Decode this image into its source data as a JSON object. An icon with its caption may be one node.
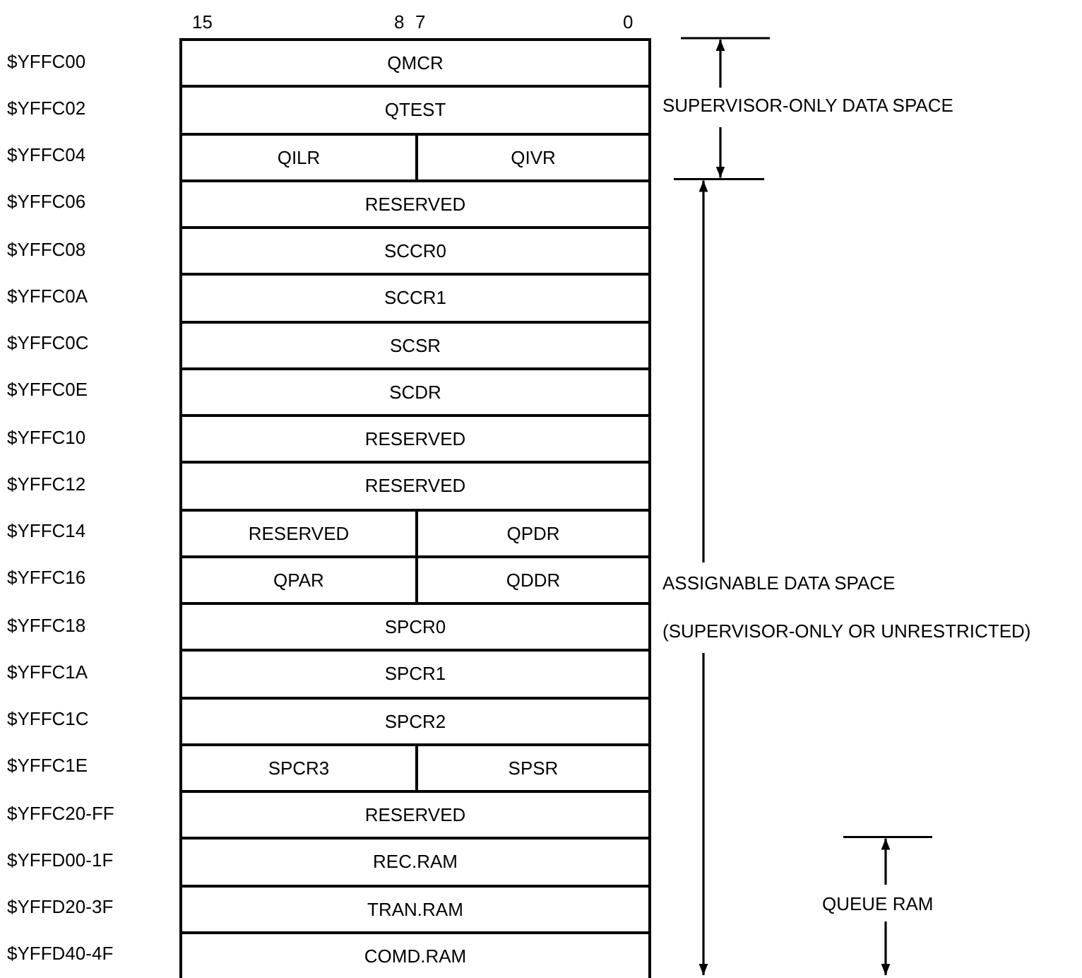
{
  "diagram": {
    "nodes": [
      {
        "text": [
          "QMCR"
        ]
      },
      {
        "text": [
          "QTEST"
        ]
      },
      {
        "text": [
          "QILR"
        ]
      },
      {
        "text": [
          "QIVR"
        ]
      },
      {
        "text": [
          "RESERVED"
        ]
      },
      {
        "text": [
          "SCCR0"
        ]
      },
      {
        "text": [
          "SCCR1"
        ]
      },
      {
        "text": [
          "SCSR"
        ]
      },
      {
        "text": [
          "SCDR"
        ]
      },
      {
        "text": [
          "RESERVED"
        ]
      },
      {
        "text": [
          "RESERVED"
        ]
      },
      {
        "text": [
          "RESERVED"
        ]
      },
      {
        "text": [
          "QPDR"
        ]
      },
      {
        "text": [
          "QPAR"
        ]
      },
      {
        "text": [
          "QDDR"
        ]
      },
      {
        "text": [
          "SPCR0"
        ]
      },
      {
        "text": [
          "SPCR1"
        ]
      },
      {
        "text": [
          "SPCR2"
        ]
      },
      {
        "text": [
          "SPCR3"
        ]
      },
      {
        "text": [
          "SPSR"
        ]
      },
      {
        "text": [
          "RESERVED"
        ]
      },
      {
        "text": [
          "REC.RAM"
        ]
      },
      {
        "text": [
          "TRAN.RAM"
        ]
      },
      {
        "text": [
          "COMD.RAM"
        ]
      }
    ],
    "labels": [
      "15",
      "8",
      "7",
      "0",
      "$YFFC00",
      "$YFFC02",
      "$YFFC04",
      "$YFFC06",
      "$YFFC08",
      "$YFFC0A",
      "$YFFC0C",
      "$YFFC0E",
      "$YFFC10",
      "$YFFC12",
      "$YFFC14",
      "$YFFC16",
      "$YFFC18",
      "$YFFC1A",
      "$YFFC1C",
      "$YFFC1E",
      "$YFFC20-FF",
      "$YFFD00-1F",
      "$YFFD20-3F",
      "$YFFD40-4F",
      "SUPERVISOR-ONLY DATA SPACE",
      "ASSIGNABLE DATA SPACE",
      "(SUPERVISOR-ONLY OR UNRESTRICTED)",
      "QUEUE RAM"
    ]
  }
}
